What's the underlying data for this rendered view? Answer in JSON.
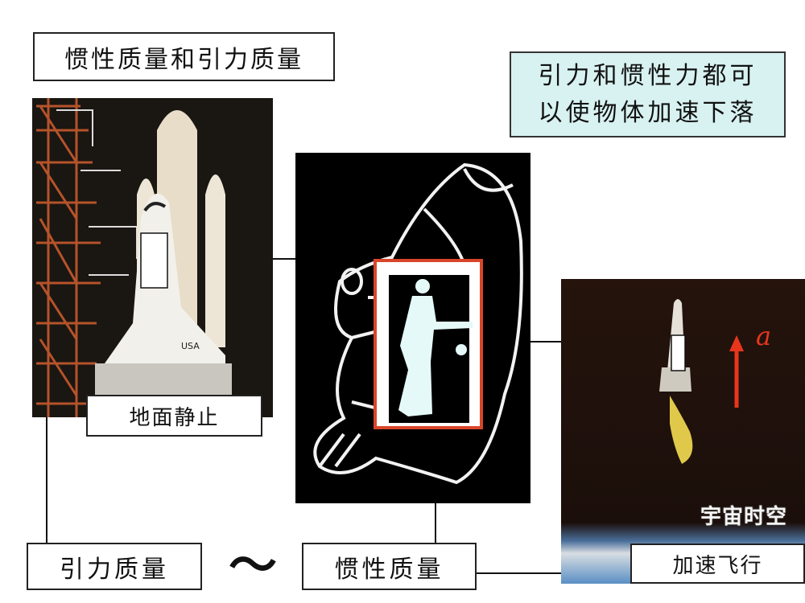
{
  "title": "惯性质量和引力质量",
  "note": {
    "line1": "引力和惯性力都可",
    "line2": "以使物体加速下落",
    "background": "#d8f1f1"
  },
  "left_photo": {
    "label": "地面静止",
    "shuttle_text": "USA"
  },
  "middle_photo": {
    "frame_color": "#d9452a"
  },
  "right_photo": {
    "label": "加速飞行",
    "arrow_label": "a",
    "arrow_color": "#e8361c"
  },
  "bottom": {
    "left_label": "引力质量",
    "connector": "〜",
    "right_label": "惯性质量"
  },
  "watermark": "宇宙时空"
}
